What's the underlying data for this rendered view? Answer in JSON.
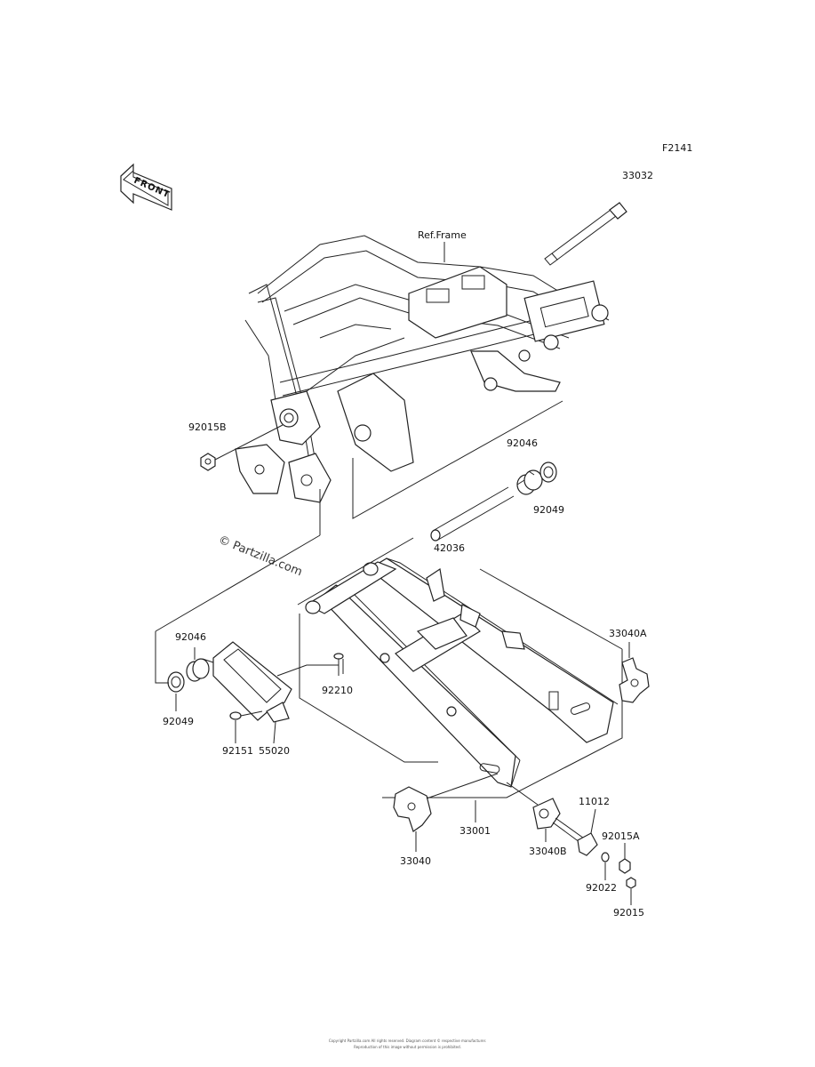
{
  "diagram_code": "F2141",
  "front_marker": "FRONT",
  "frame_ref": "Ref.Frame",
  "watermark": "© Partzilla.com",
  "parts": {
    "p33032": "33032",
    "p92015B": "92015B",
    "p92046_top": "92046",
    "p92049_top": "92049",
    "p42036": "42036",
    "p33040A": "33040A",
    "p92046_left": "92046",
    "p92049_left": "92049",
    "p92210": "92210",
    "p92151": "92151",
    "p55020": "55020",
    "p33001": "33001",
    "p33040": "33040",
    "p33040B": "33040B",
    "p11012": "11012",
    "p92015A": "92015A",
    "p92022": "92022",
    "p92015": "92015"
  },
  "footer": {
    "line1": "Copyright Partzilla.com All rights reserved. Diagram content © respective manufacturer.",
    "line2": "Reproduction of this image without permission is prohibited."
  }
}
